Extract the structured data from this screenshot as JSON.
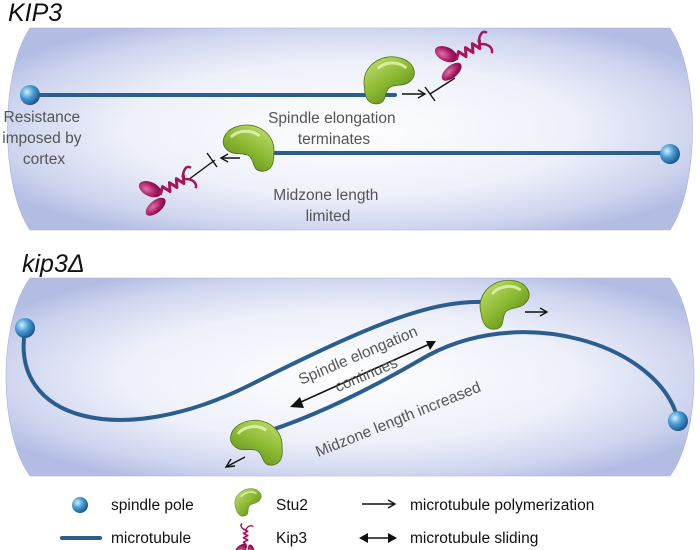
{
  "panels": {
    "top": {
      "title": "KIP3",
      "resistance_note": [
        "Resistance",
        "imposed by",
        "cortex"
      ],
      "elongation_note": [
        "Spindle elongation",
        "terminates"
      ],
      "midzone_note": [
        "Midzone length",
        "limited"
      ]
    },
    "bottom": {
      "title": "kip3Δ",
      "elongation_note": [
        "Spindle elongation",
        "continues"
      ],
      "midzone_note": "Midzone length increased"
    }
  },
  "legend": {
    "spindle_pole": "spindle pole",
    "microtubule": "microtubule",
    "stu2": "Stu2",
    "kip3": "Kip3",
    "polymerization": "microtubule polymerization",
    "sliding": "microtubule sliding"
  },
  "colors": {
    "cell_fill": "#cfd6ef",
    "microtubule": "#2c5d8f",
    "spindle_pole": "#3d8ec9",
    "stu2": "#8ab830",
    "kip3": "#a3165e",
    "text_gray": "#555555"
  }
}
